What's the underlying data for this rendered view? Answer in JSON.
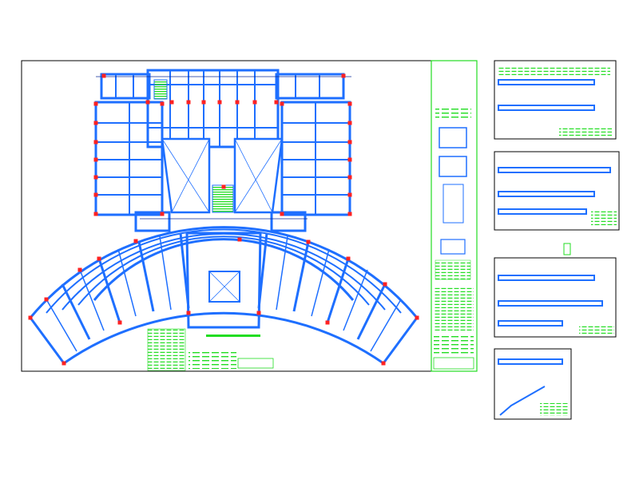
{
  "colors": {
    "background": "#ffffff",
    "sheet_border": "#000000",
    "structural_beam": "#1e6fff",
    "thin_member": "#0a2a9a",
    "annotation_text": "#22dd22",
    "column_marker": "#ff2222",
    "dark_line": "#111111"
  },
  "symbols": {
    "column": "red-square",
    "opening": "diagonal-cross",
    "stair": "hatched-rectangle"
  }
}
